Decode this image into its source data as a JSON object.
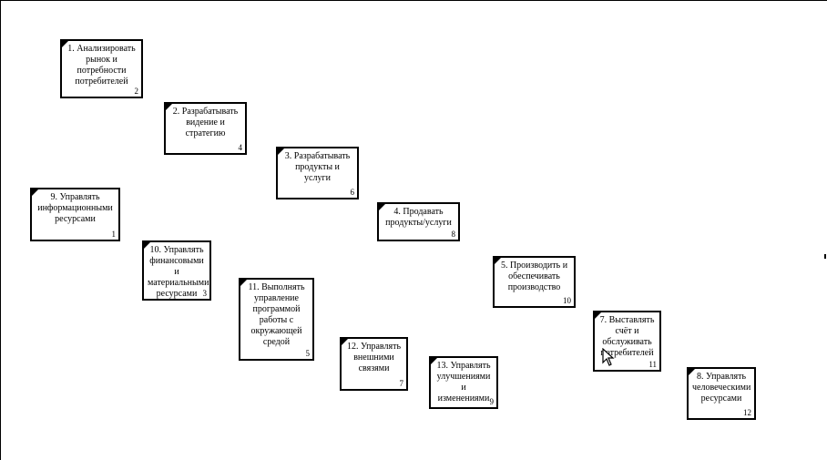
{
  "nodes": [
    {
      "id": "n1",
      "label": "1. Анализировать рынок и потребности потребителей",
      "number": "2"
    },
    {
      "id": "n2",
      "label": "2. Разрабатывать видение и стратегию",
      "number": "4"
    },
    {
      "id": "n3",
      "label": "3. Разрабатывать продукты и услуги",
      "number": "6"
    },
    {
      "id": "n4",
      "label": "4. Продавать продукты/услуги",
      "number": "8"
    },
    {
      "id": "n5",
      "label": "5. Производить и обеспечивать производство",
      "number": "10"
    },
    {
      "id": "n7",
      "label": "7. Выставлять счёт и обслуживать потребителей",
      "number": "11"
    },
    {
      "id": "n8",
      "label": "8. Управлять человеческими ресурсами",
      "number": "12"
    },
    {
      "id": "n9",
      "label": "9. Управлять информационными ресурсами",
      "number": "1"
    },
    {
      "id": "n10",
      "label": "10. Управлять финансовыми и материальными ресурсами",
      "number": "3"
    },
    {
      "id": "n11",
      "label": "11. Выполнять управление программой работы с окружающей средой",
      "number": "5"
    },
    {
      "id": "n12",
      "label": "12. Управлять внешними связями",
      "number": "7"
    },
    {
      "id": "n13",
      "label": "13. Управлять улучшениями и изменениями",
      "number": "9"
    }
  ],
  "icons": {
    "cursor": "mouse-pointer-icon"
  }
}
